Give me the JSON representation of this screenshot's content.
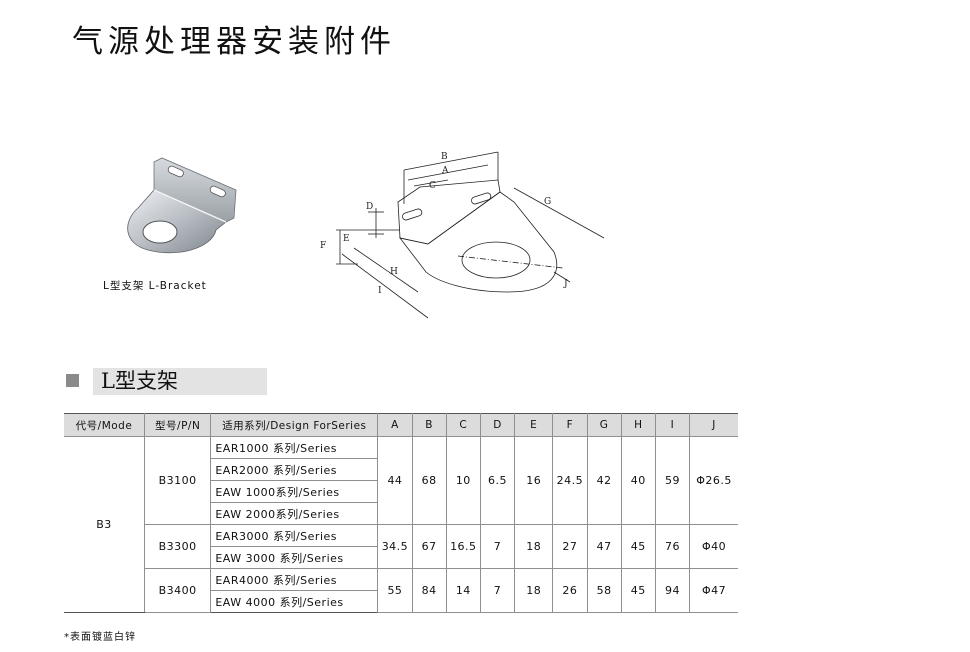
{
  "title": "气源处理器安装附件",
  "photo_caption": "L型支架 L-Bracket",
  "drawing_labels": {
    "A": "A",
    "B": "B",
    "C": "C",
    "D": "D",
    "E": "E",
    "F": "F",
    "G": "G",
    "H": "H",
    "I": "I",
    "J": "J"
  },
  "section": {
    "label": "L型支架"
  },
  "table": {
    "headers": [
      "代号/Mode",
      "型号/P/N",
      "适用系列/Design ForSeries",
      "A",
      "B",
      "C",
      "D",
      "E",
      "F",
      "G",
      "H",
      "I",
      "J"
    ],
    "code": "B3",
    "groups": [
      {
        "pn": "B3100",
        "series": [
          "EAR1000 系列/Series",
          "EAR2000 系列/Series",
          "EAW 1000系列/Series",
          "EAW 2000系列/Series"
        ],
        "values": [
          "44",
          "68",
          "10",
          "6.5",
          "16",
          "24.5",
          "42",
          "40",
          "59",
          "Φ26.5"
        ]
      },
      {
        "pn": "B3300",
        "series": [
          "EAR3000 系列/Series",
          "EAW 3000 系列/Series"
        ],
        "values": [
          "34.5",
          "67",
          "16.5",
          "7",
          "18",
          "27",
          "47",
          "45",
          "76",
          "Φ40"
        ]
      },
      {
        "pn": "B3400",
        "series": [
          "EAR4000 系列/Series",
          "EAW 4000 系列/Series"
        ],
        "values": [
          "55",
          "84",
          "14",
          "7",
          "18",
          "26",
          "58",
          "45",
          "94",
          "Φ47"
        ]
      }
    ]
  },
  "footnote": "*表面镀蓝白锌"
}
